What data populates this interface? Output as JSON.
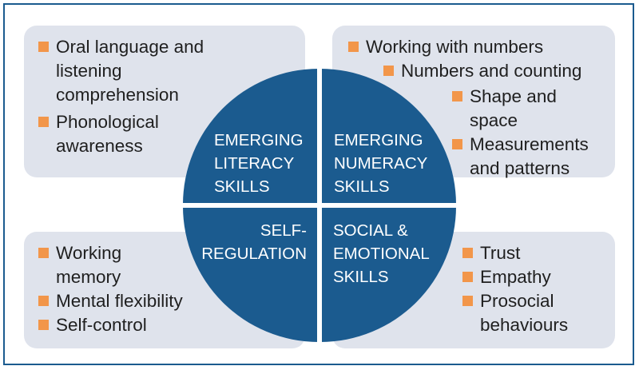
{
  "quadrants": {
    "literacy": [
      "EMERGING",
      "LITERACY",
      "SKILLS"
    ],
    "numeracy": [
      "EMERGING",
      "NUMERACY",
      "SKILLS"
    ],
    "self_regulation": [
      "SELF-",
      "REGULATION"
    ],
    "social_emotional": [
      "SOCIAL &",
      "EMOTIONAL",
      "SKILLS"
    ]
  },
  "panels": {
    "literacy": [
      "Oral language and listening comprehension",
      "Phonological awareness"
    ],
    "numeracy": [
      "Working with numbers",
      "Numbers and counting",
      "Shape and space",
      "Measurements and patterns"
    ],
    "self_regulation": [
      "Working memory",
      "Mental flexibility",
      "Self-control"
    ],
    "social_emotional": [
      "Trust",
      "Empathy",
      "Prosocial behaviours"
    ]
  },
  "colors": {
    "quadrant_fill": "#1b5b8f",
    "panel_fill": "#dfe3ec",
    "bullet": "#f2964a",
    "border": "#1b5b8f"
  }
}
